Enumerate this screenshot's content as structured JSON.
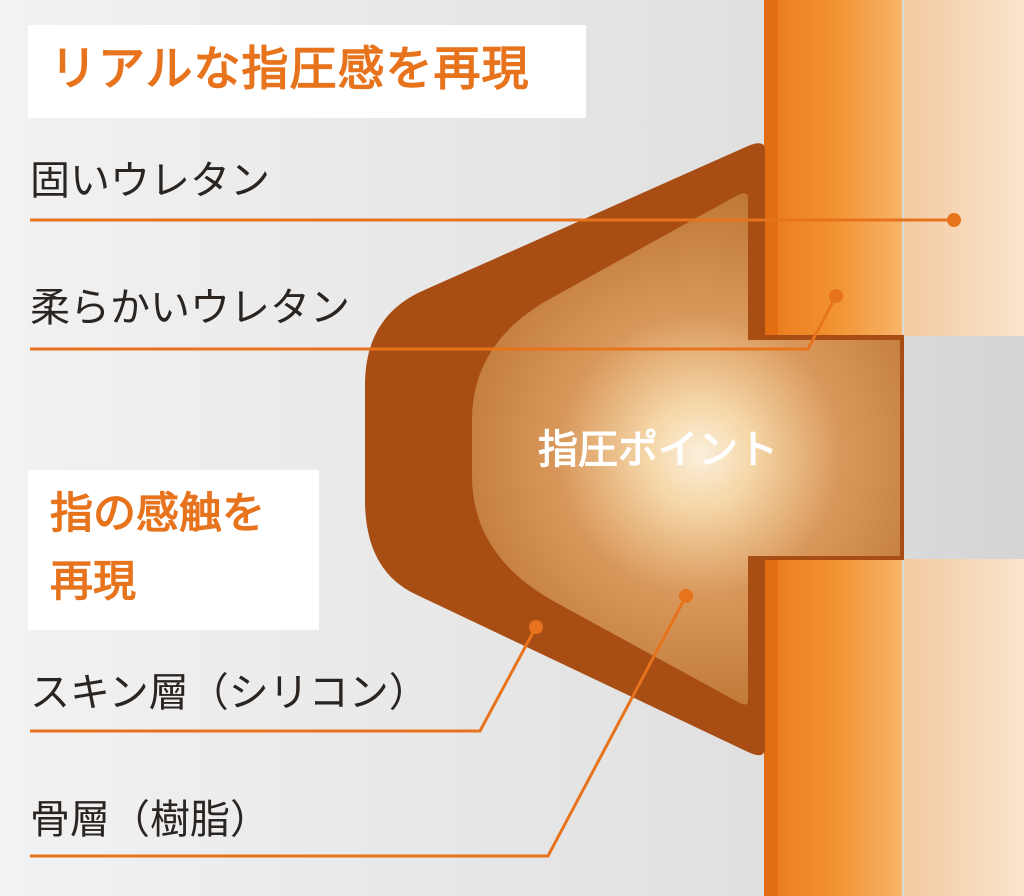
{
  "title": "リアルな指圧感を再現",
  "feature": "指の感触を\n再現",
  "center_label": "指圧ポイント",
  "layers": [
    {
      "label": "固いウレタン"
    },
    {
      "label": "柔らかいウレタン"
    },
    {
      "label": "スキン層（シリコン）"
    },
    {
      "label": "骨層（樹脂）"
    }
  ],
  "colors": {
    "accent": "#e8731d",
    "leader_line": "#e8731d",
    "skin_layer": "#a84d14",
    "bone_layer": "#c17a3a",
    "hard_urethane": "#f0922e",
    "soft_urethane": "#f6d7b4",
    "background": "#e2e2e2",
    "text": "#2b2522"
  }
}
